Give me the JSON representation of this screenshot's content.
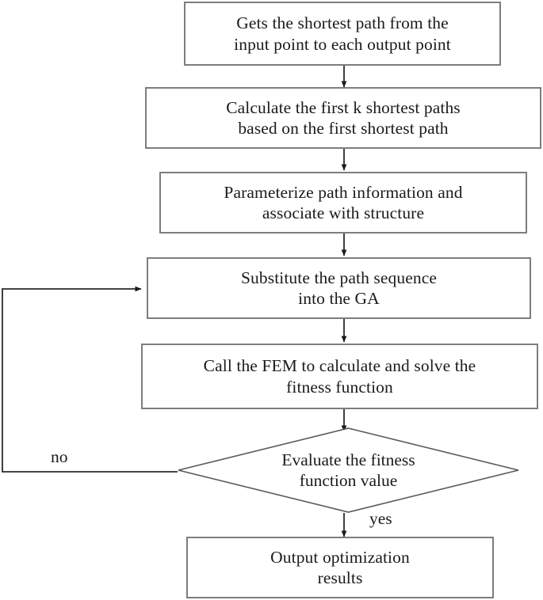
{
  "diagram": {
    "title": "Path optimization flowchart",
    "background": "#ffffff",
    "stroke_color": "#7d7d7d",
    "line_color": "#2b2b2b",
    "text_color": "#1b1b1b",
    "nodes": [
      {
        "id": "get-shortest-path",
        "shape": "process",
        "text": "Gets the shortest path from the\ninput point to each output point"
      },
      {
        "id": "calculate-k-paths",
        "shape": "process",
        "text": "Calculate  the first k shortest paths\nbased on the first shortest path"
      },
      {
        "id": "parameterize-path",
        "shape": "process",
        "text": "Parameterize path information and\nassociate with structure"
      },
      {
        "id": "substitute-path-sequence",
        "shape": "process",
        "text": "Substitute the path sequence\ninto the GA"
      },
      {
        "id": "call-fem",
        "shape": "process",
        "text": "Call the FEM to calculate and solve the\nfitness function"
      },
      {
        "id": "evaluate-fitness",
        "shape": "decision",
        "text": "Evaluate the fitness\nfunction value"
      },
      {
        "id": "output-results",
        "shape": "process",
        "text": "Output optimization\nresults"
      }
    ],
    "edge_labels": {
      "no": "no",
      "yes": "yes"
    }
  }
}
